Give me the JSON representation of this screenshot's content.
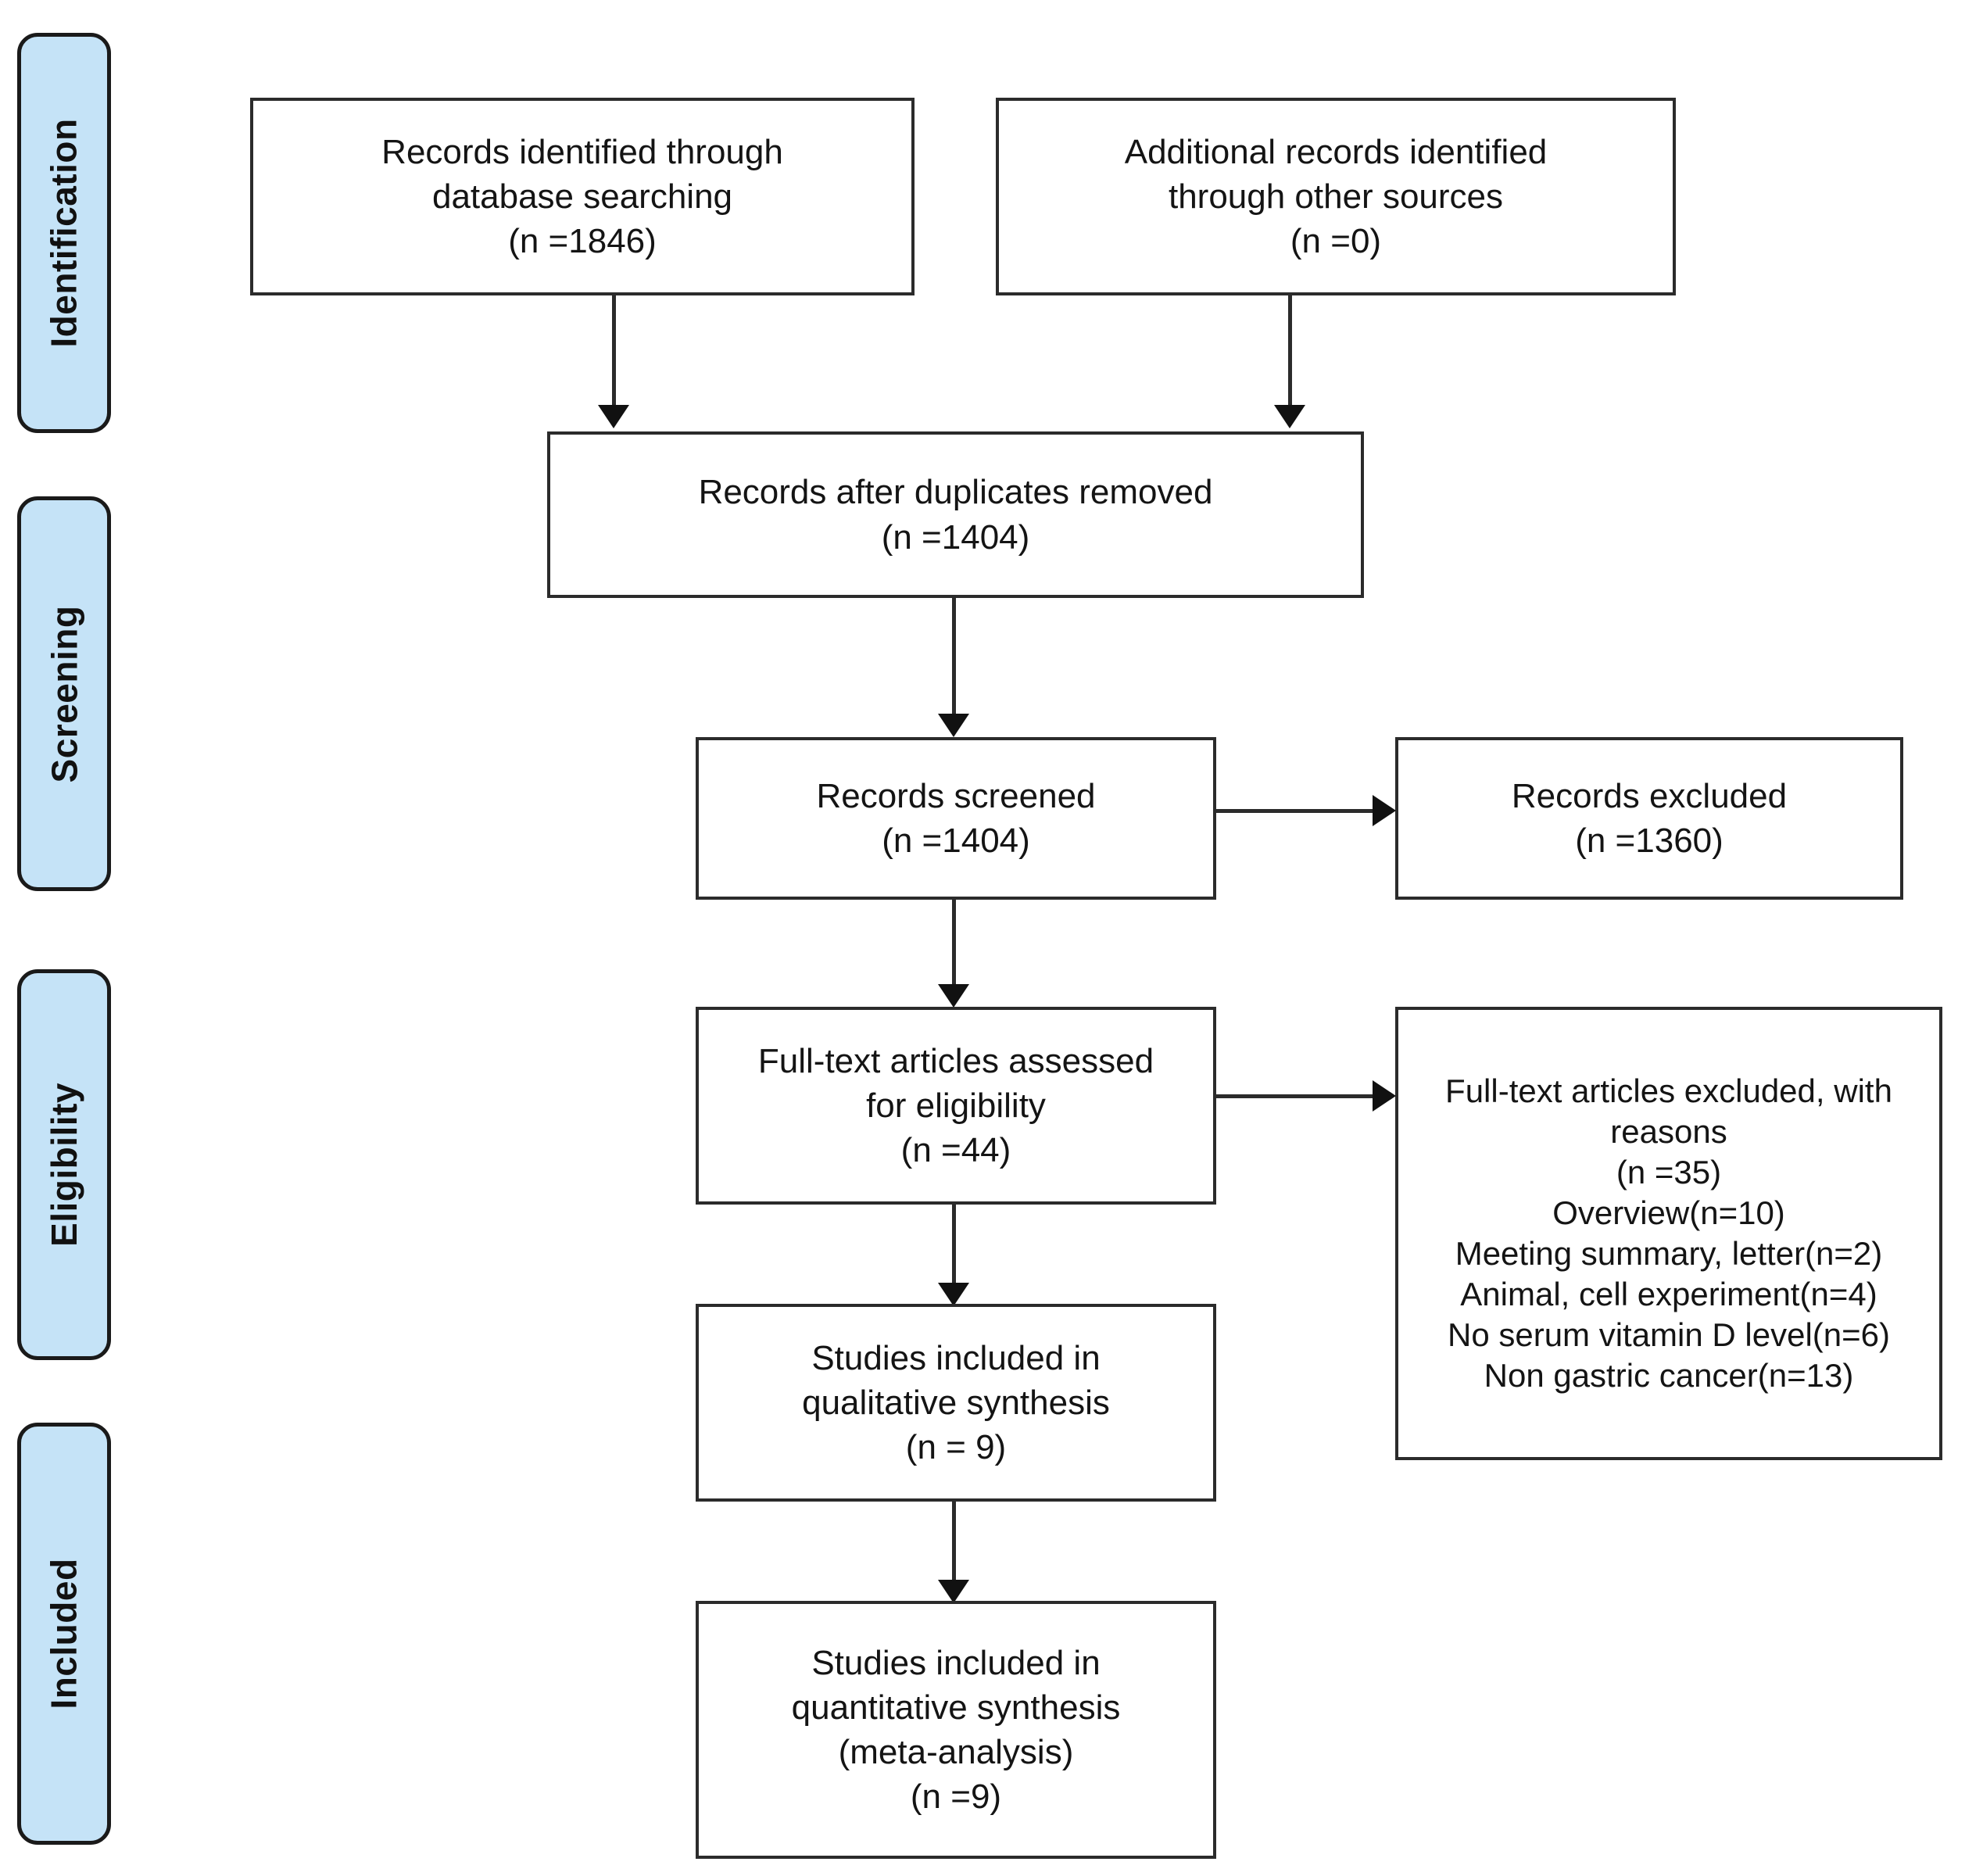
{
  "diagram": {
    "title": "PRISMA flow diagram",
    "colors": {
      "stage_fill": "#c5e3f7",
      "stage_border": "#1a1a1a",
      "box_border": "#2b2b2b",
      "box_fill": "#ffffff",
      "connector": "#2b2b2b",
      "text": "#141414"
    }
  },
  "stages": [
    {
      "id": "identification",
      "label": "Identification"
    },
    {
      "id": "screening",
      "label": "Screening"
    },
    {
      "id": "eligibility",
      "label": "Eligibility"
    },
    {
      "id": "included",
      "label": "Included"
    }
  ],
  "boxes": {
    "records_database": {
      "lines": [
        "Records identified through",
        "database searching",
        "(n =1846)"
      ]
    },
    "records_other": {
      "lines": [
        "Additional records identified",
        "through other sources",
        "(n =0)"
      ]
    },
    "duplicates_removed": {
      "lines": [
        "Records after duplicates removed",
        "(n =1404)"
      ]
    },
    "records_screened": {
      "lines": [
        "Records screened",
        "(n =1404)"
      ]
    },
    "records_excluded": {
      "lines": [
        "Records excluded",
        "(n =1360)"
      ]
    },
    "fulltext_assessed": {
      "lines": [
        "Full-text articles assessed",
        "for eligibility",
        "(n =44)"
      ]
    },
    "fulltext_excluded": {
      "lines": [
        "Full-text articles excluded, with",
        "reasons",
        "(n =35)",
        "Overview(n=10)",
        "Meeting summary, letter(n=2)",
        "Animal, cell experiment(n=4)",
        "No serum vitamin D level(n=6)",
        "Non gastric cancer(n=13)"
      ]
    },
    "qualitative_synthesis": {
      "lines": [
        "Studies included in",
        "qualitative synthesis",
        "(n = 9)"
      ]
    },
    "quantitative_synthesis": {
      "lines": [
        "Studies included in",
        "quantitative synthesis",
        "(meta-analysis)",
        "(n =9)"
      ]
    }
  }
}
